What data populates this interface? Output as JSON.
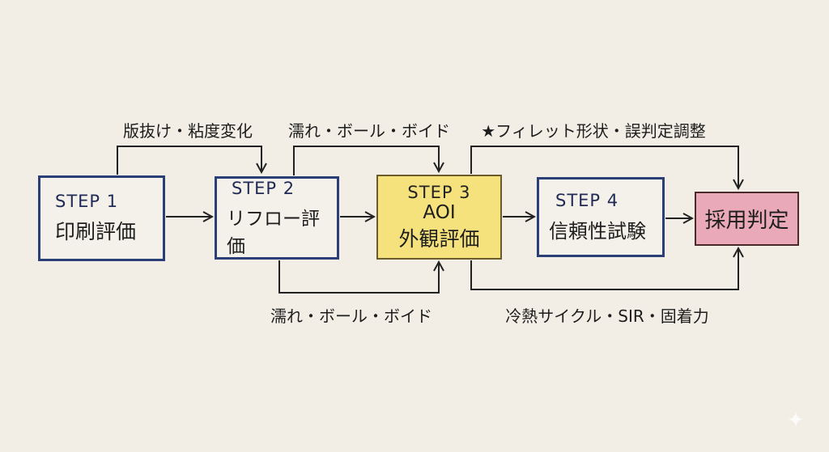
{
  "steps": [
    {
      "step": "STEP 1",
      "name": "印刷評価"
    },
    {
      "step": "STEP 2",
      "name": "リフロー評価"
    },
    {
      "step": "STEP 3",
      "sub": "AOI",
      "name": "外観評価"
    },
    {
      "step": "STEP 4",
      "name": "信頼性試験"
    }
  ],
  "final": {
    "name": "採用判定"
  },
  "feedback": {
    "step1_top": "版抜け・粘度変化",
    "step2_top": "濡れ・ボール・ボイド",
    "step3_top": "★フィレット形状・誤判定調整",
    "step2_bottom": "濡れ・ボール・ボイド",
    "step3_bottom": "冷熱サイクル・SIR・固着力"
  },
  "colors": {
    "box_border": "#2a3f78",
    "step3_fill": "#f6e27c",
    "final_fill": "#e9a9b9",
    "background": "#f2eee5"
  }
}
